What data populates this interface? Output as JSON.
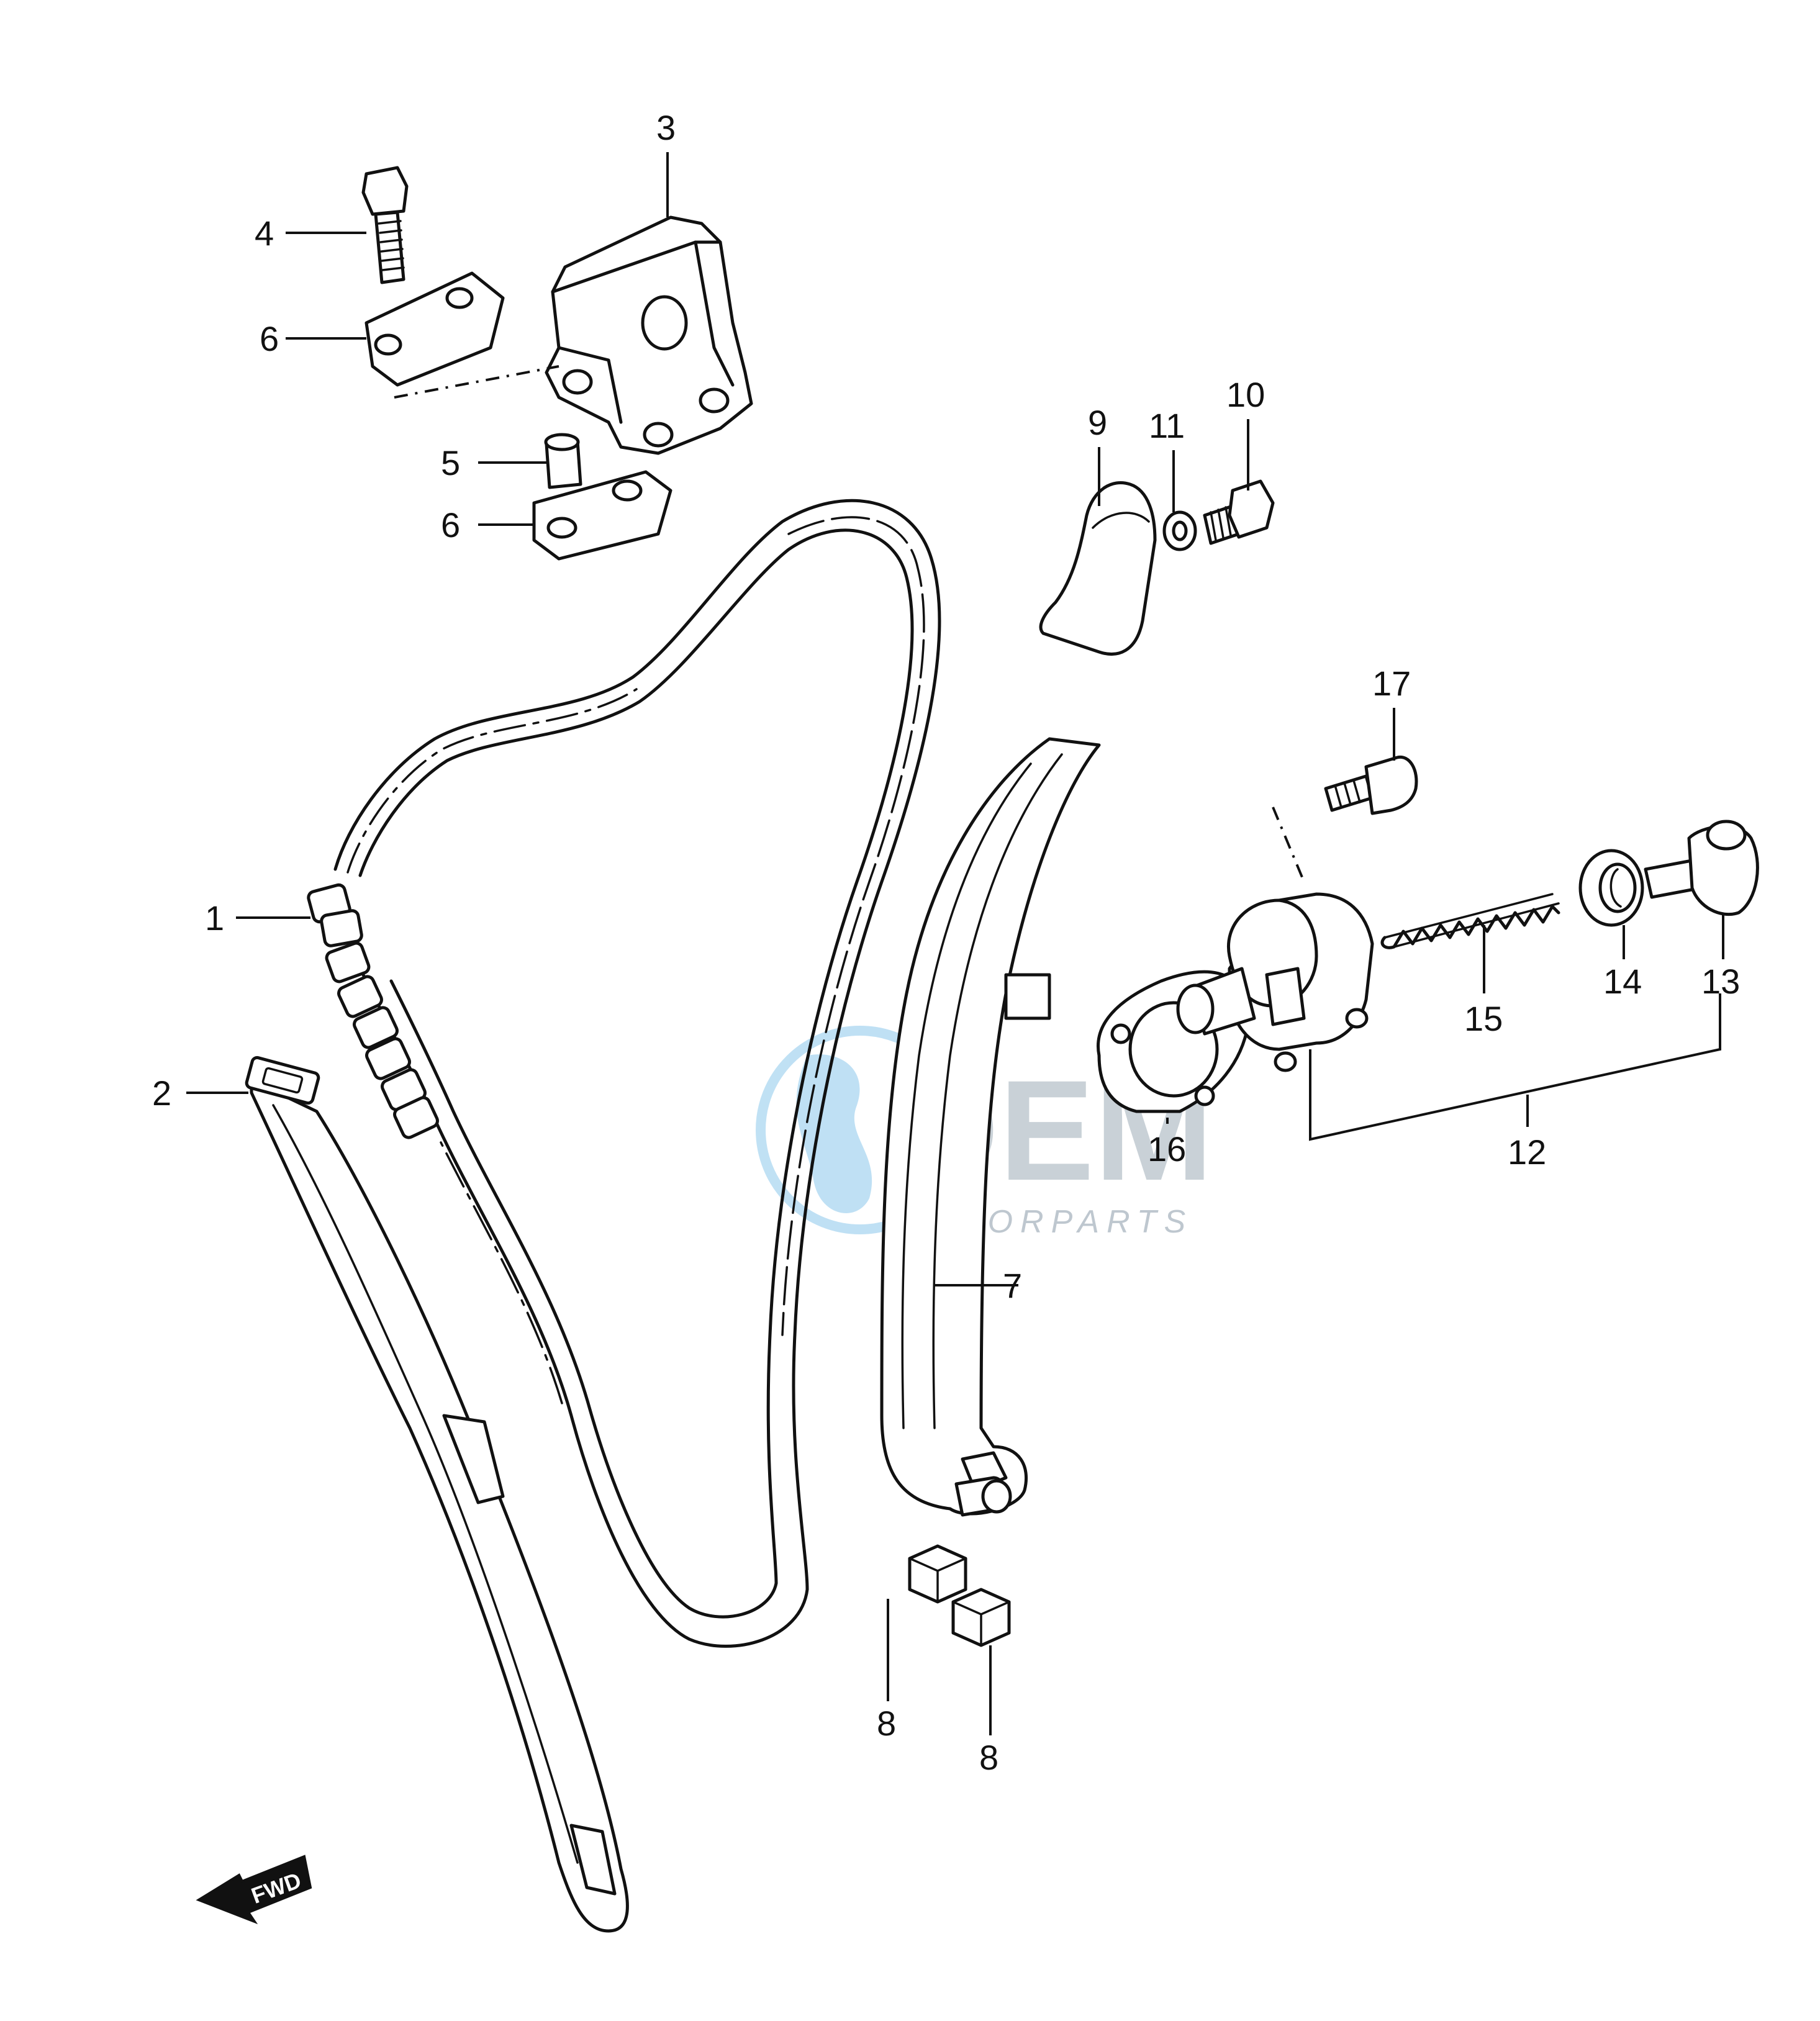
{
  "callouts": [
    {
      "id": "1",
      "text": "1"
    },
    {
      "id": "2",
      "text": "2"
    },
    {
      "id": "3",
      "text": "3"
    },
    {
      "id": "4",
      "text": "4"
    },
    {
      "id": "5",
      "text": "5"
    },
    {
      "id": "6a",
      "text": "6"
    },
    {
      "id": "6b",
      "text": "6"
    },
    {
      "id": "7",
      "text": "7"
    },
    {
      "id": "8a",
      "text": "8"
    },
    {
      "id": "8b",
      "text": "8"
    },
    {
      "id": "9",
      "text": "9"
    },
    {
      "id": "10",
      "text": "10"
    },
    {
      "id": "11",
      "text": "11"
    },
    {
      "id": "12",
      "text": "12"
    },
    {
      "id": "13",
      "text": "13"
    },
    {
      "id": "14",
      "text": "14"
    },
    {
      "id": "15",
      "text": "15"
    },
    {
      "id": "16",
      "text": "16"
    },
    {
      "id": "17",
      "text": "17"
    }
  ],
  "watermark": {
    "brand": "OEM",
    "subtitle": "MOTORPARTS"
  },
  "direction_label": "FWD",
  "icons": {
    "watermark": "globe-icon",
    "direction": "arrow-left-icon"
  },
  "colors": {
    "line": "#111111",
    "background": "#ffffff",
    "watermark": "#8a9ba8",
    "globe": "#4aa8e0"
  }
}
